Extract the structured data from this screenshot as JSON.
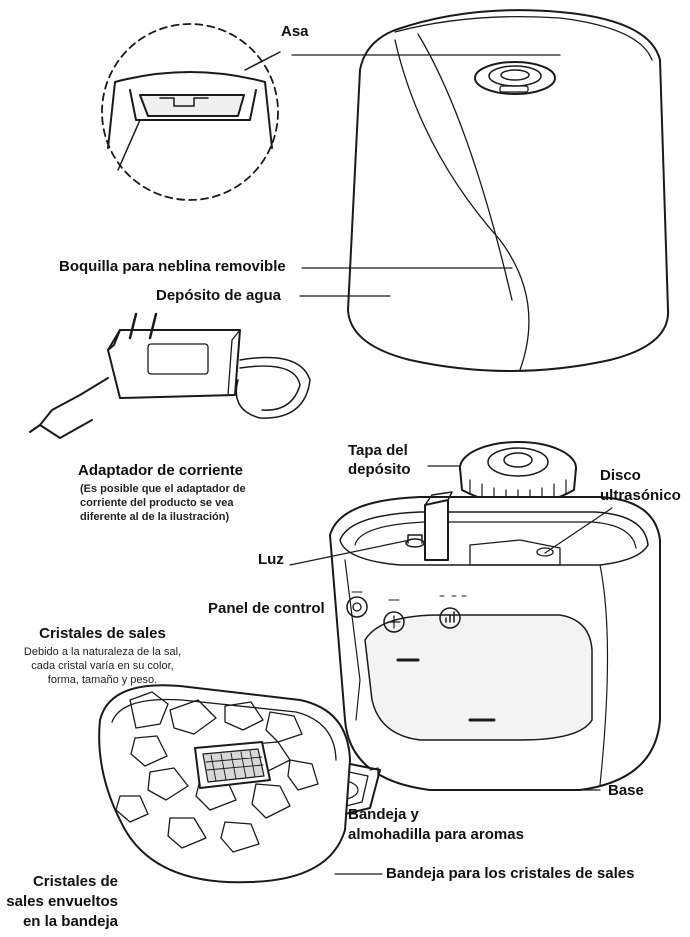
{
  "labels": {
    "asa": "Asa",
    "boquilla": "Boquilla para neblina removible",
    "deposito": "Depósito de agua",
    "adaptador": "Adaptador de corriente",
    "adaptador_note_1": "(Es posible que el adaptador de",
    "adaptador_note_2": "corriente del producto se vea",
    "adaptador_note_3": "diferente al de la ilustración)",
    "tapa_1": "Tapa del",
    "tapa_2": "depósito",
    "disco_1": "Disco",
    "disco_2": "ultrasónico",
    "luz": "Luz",
    "panel": "Panel de control",
    "cristales_title": "Cristales de sales",
    "cristales_note_1": "Debido a la naturaleza de la sal,",
    "cristales_note_2": "cada cristal varía en su color,",
    "cristales_note_3": "forma, tamaño y peso.",
    "base": "Base",
    "bandeja_aromas_1": "Bandeja y",
    "bandeja_aromas_2": "almohadilla para aromas",
    "bandeja_cristales": "Bandeja para los cristales de sales",
    "envueltos_1": "Cristales de",
    "envueltos_2": "sales envueltos",
    "envueltos_3": "en la bandeja"
  },
  "colors": {
    "line": "#1a1a1a",
    "fill": "#ffffff",
    "shade": "#e6e6e6"
  }
}
